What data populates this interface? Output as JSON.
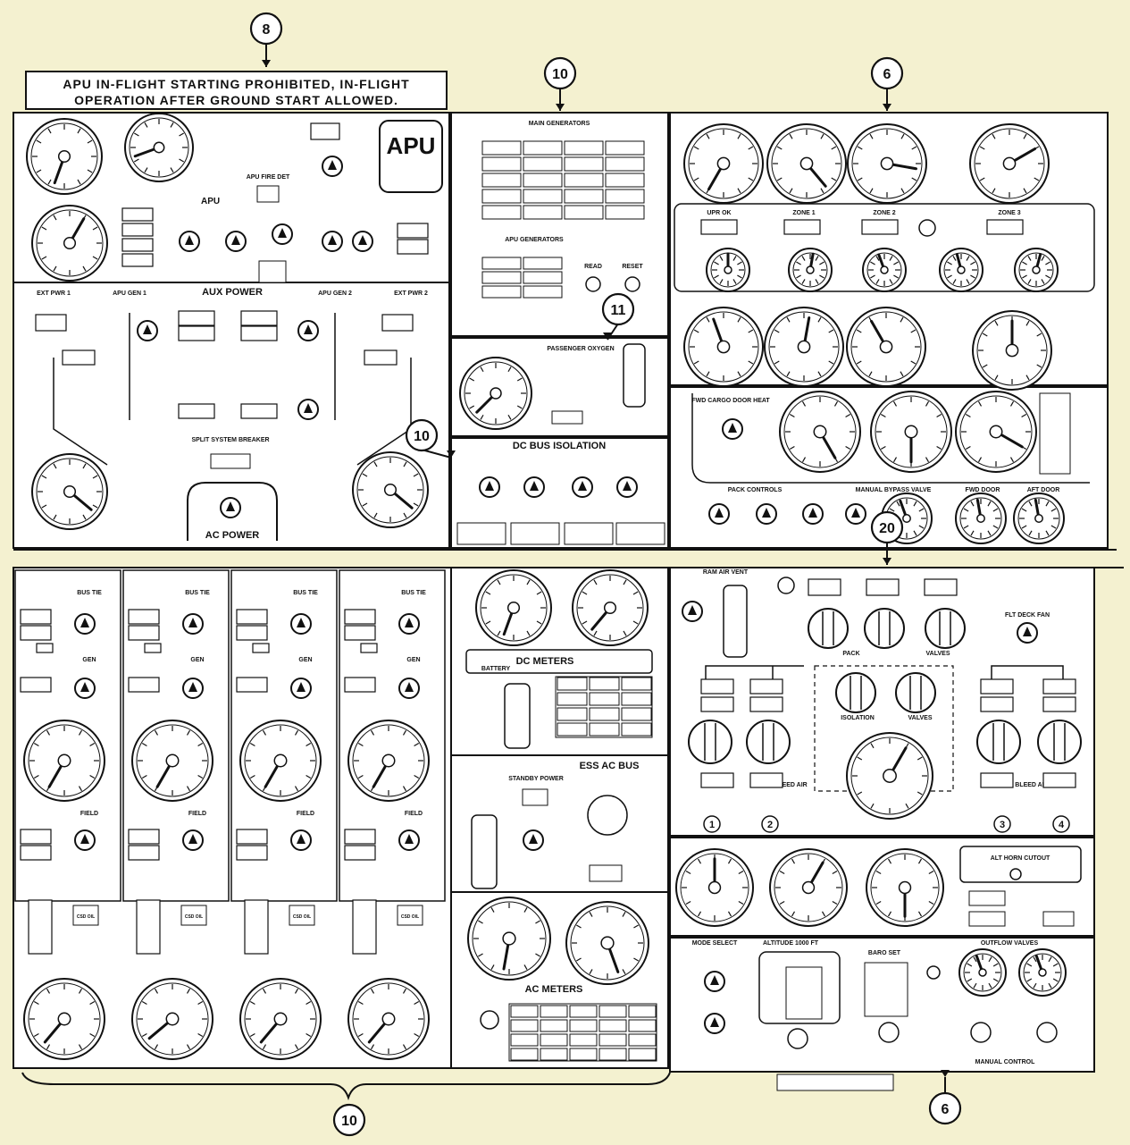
{
  "caption": {
    "line1": "APU IN-FLIGHT STARTING PROHIBITED, IN-FLIGHT",
    "line2": "OPERATION AFTER GROUND START ALLOWED."
  },
  "callouts": [
    "8",
    "10",
    "6",
    "11",
    "10",
    "20",
    "10",
    "6"
  ],
  "labels": {
    "apu_title": "APU",
    "apu": "APU",
    "apu_fire_det": "APU FIRE DET",
    "aux_power": "AUX POWER",
    "ext_pwr_1": "EXT PWR 1",
    "ext_pwr_2": "EXT PWR 2",
    "apu_gen_1": "APU GEN 1",
    "apu_gen_2": "APU GEN 2",
    "split_system_breaker": "SPLIT SYSTEM BREAKER",
    "ac_power": "AC POWER",
    "main_generators": "MAIN GENERATORS",
    "apu_generators": "APU GENERATORS",
    "read": "READ",
    "reset": "RESET",
    "passenger_oxygen": "PASSENGER OXYGEN",
    "dc_bus_isolation": "DC BUS ISOLATION",
    "upr_ok": "UPR OK",
    "zone_1": "ZONE 1",
    "zone_2": "ZONE 2",
    "zone_3": "ZONE 3",
    "fwd_cargo_door_heat": "FWD CARGO DOOR HEAT",
    "pack_controls": "PACK CONTROLS",
    "manual_bypass_valve": "MANUAL BYPASS VALVE",
    "fwd_door": "FWD DOOR",
    "aft_door": "AFT DOOR",
    "ram_air_vent": "RAM AIR VENT",
    "flt_deck_fan": "FLT DECK FAN",
    "pack": "PACK",
    "valves": "VALVES",
    "isolation": "ISOLATION",
    "bleed_air": "BLEED AIR",
    "dc_meters": "DC METERS",
    "battery": "BATTERY",
    "ess_ac_bus": "ESS AC BUS",
    "standby_power": "STANDBY POWER",
    "ac_meters": "AC METERS",
    "alt_horn_cutout": "ALT HORN CUTOUT",
    "mode_select": "MODE SELECT",
    "altitude_1000_ft": "ALTITUDE 1000 FT",
    "baro_set": "BARO SET",
    "outflow_valves": "OUTFLOW VALVES",
    "manual_control": "MANUAL CONTROL",
    "bus_tie": "BUS TIE",
    "gen": "GEN",
    "field": "FIELD",
    "csd_oil": "CSD OIL",
    "ac": "AC",
    "bus": "BUS",
    "n1": "1",
    "n2": "2",
    "n3": "3",
    "n4": "4"
  },
  "numbers": [
    "1",
    "2",
    "3",
    "4"
  ],
  "colors": {
    "background": "#f4f1d0",
    "ink": "#111111",
    "panel": "#ffffff"
  }
}
